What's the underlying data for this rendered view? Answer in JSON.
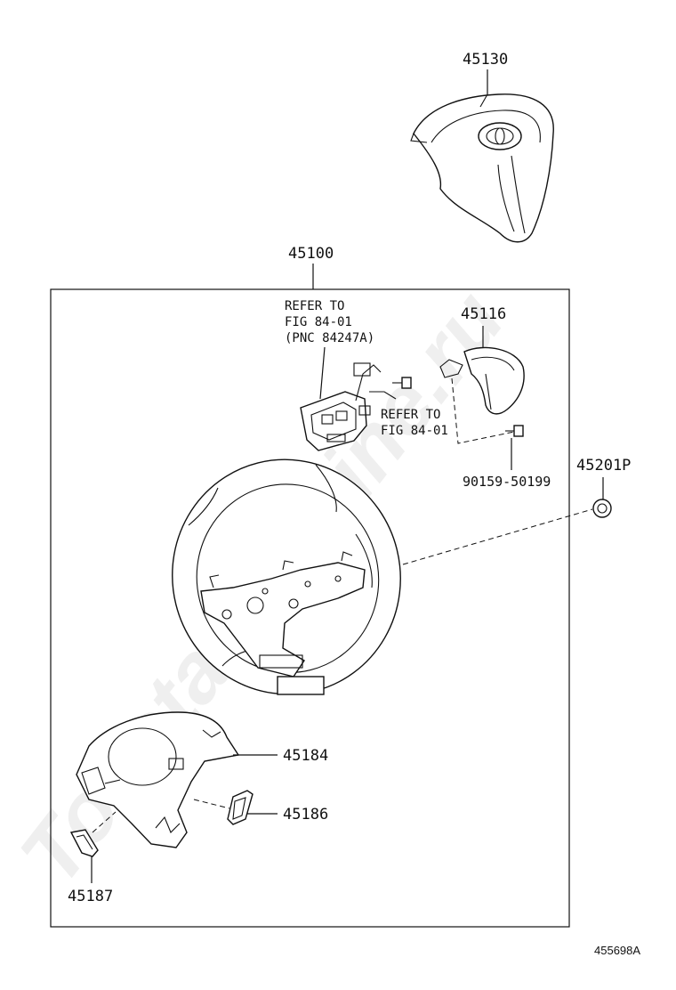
{
  "watermark": "ToyotaCarMine.ru",
  "parts": {
    "cover": "45130",
    "wheel_assy": "45100",
    "ornament": "45116",
    "bolt": "90159-50199",
    "nut": "45201P",
    "lower_cover": "45184",
    "cover_lh": "45186",
    "cover_rh": "45187"
  },
  "refs": {
    "switch_ref_1": "REFER TO",
    "switch_ref_2": "FIG 84-01",
    "switch_ref_3": "(PNC 84247A)",
    "bolt_ref_1": "REFER TO",
    "bolt_ref_2": "FIG 84-01"
  },
  "figure_id": "455698A"
}
